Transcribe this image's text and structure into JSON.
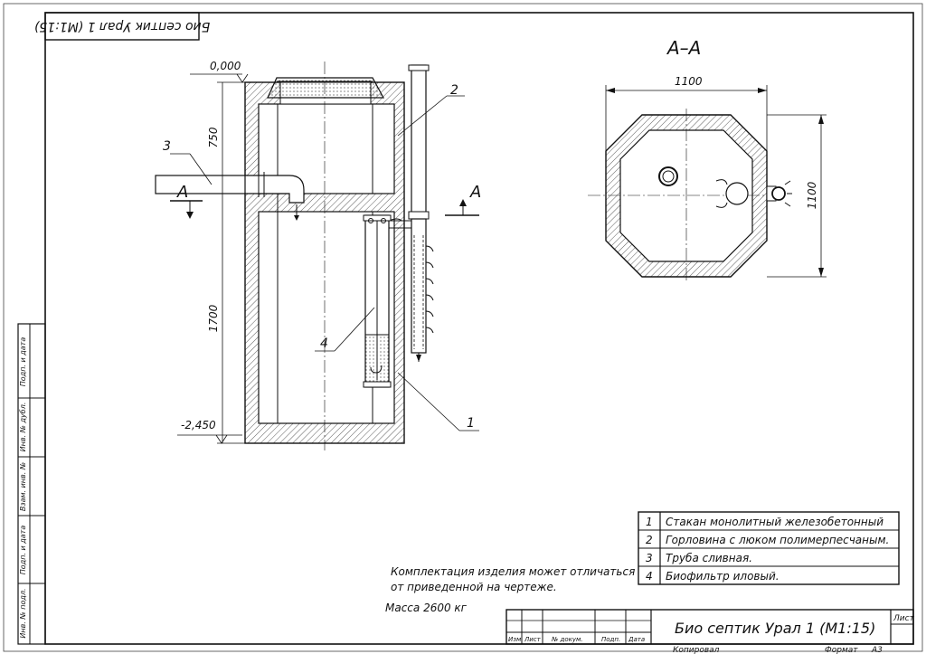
{
  "stamp_top": "Био септик Урал 1 (М1:15)",
  "section_title": "А–А",
  "section_mark": "А",
  "dims": {
    "top_level": "0,000",
    "bottom_level": "-2,450",
    "depth_upper": "750",
    "depth_lower": "1700",
    "plan_width": "1100",
    "plan_height": "1100"
  },
  "callouts": [
    "1",
    "2",
    "3",
    "4"
  ],
  "legend": [
    {
      "num": "1",
      "text": "Стакан монолитный железобетонный"
    },
    {
      "num": "2",
      "text": "Горловина с люком полимерпесчаным."
    },
    {
      "num": "3",
      "text": "Труба сливная."
    },
    {
      "num": "4",
      "text": "Биофильтр иловый."
    }
  ],
  "note_line1": "Комплектация изделия может отличаться",
  "note_line2": "от приведенной на чертеже.",
  "mass": "Масса 2600 кг",
  "title_block": {
    "title": "Био септик Урал 1 (М1:15)",
    "sheet": "Лист",
    "cols": [
      "Изм.",
      "Лист",
      "№ докум.",
      "Подп.",
      "Дата"
    ],
    "copied": "Копировал",
    "format": "Формат",
    "format_value": "А3"
  },
  "side_stamp": [
    "Инв. № подл.",
    "Подп. и дата",
    "Взам. инв. №",
    "Инв. № дубл.",
    "Подп. и дата"
  ]
}
